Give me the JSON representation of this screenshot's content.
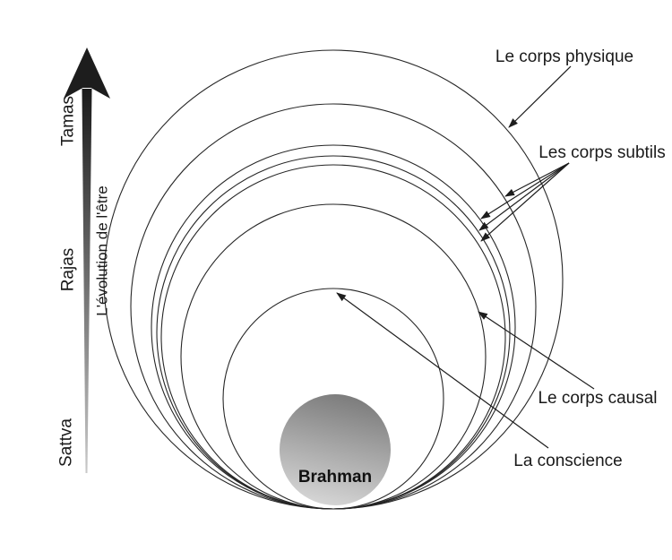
{
  "diagram": {
    "bodies": {
      "physical": "Le corps physique",
      "subtle": "Les corps subtils",
      "causal": "Le corps causal",
      "consciousness": "La conscience",
      "brahman": "Brahman"
    },
    "axis": {
      "title": "L'évolution de l'être",
      "levels": [
        {
          "label": "Sattva"
        },
        {
          "label": "Rajas"
        },
        {
          "label": "Tamas"
        }
      ]
    },
    "colors": {
      "ink": "#1d1d1d",
      "ring_stroke": "#262626",
      "sphere_dark": "#7b7b7b",
      "sphere_light": "#d6d6d6",
      "shaft_top": "#1b1b1b",
      "shaft_mid": "#777777",
      "shaft_bottom": "#c9c9c9"
    }
  }
}
